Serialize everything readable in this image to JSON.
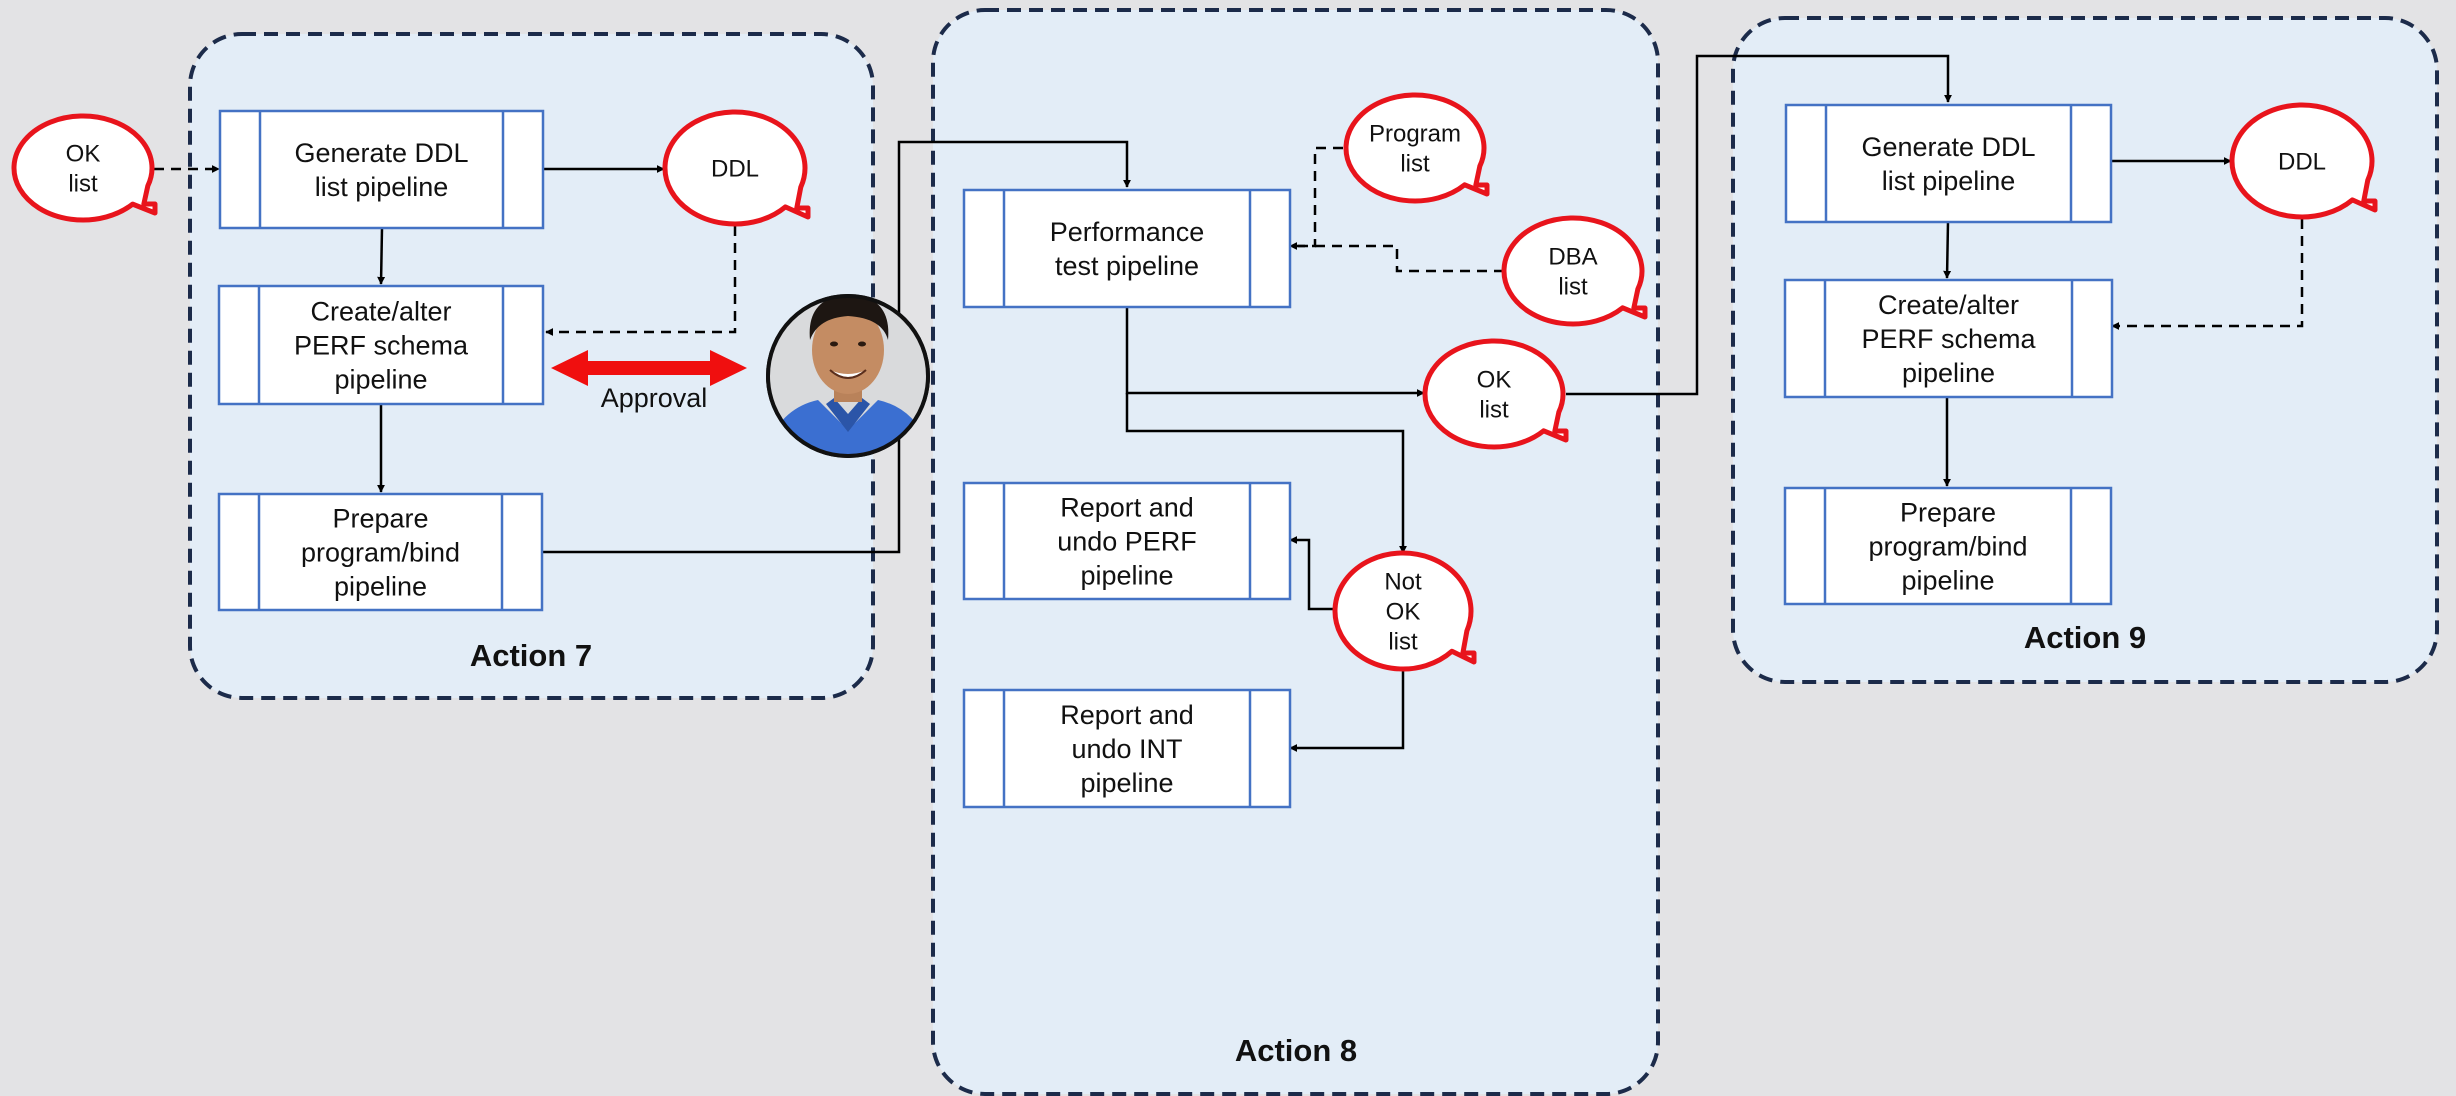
{
  "title": "",
  "groups": {
    "action7": "Action 7",
    "action8": "Action 8",
    "action9": "Action 9"
  },
  "process_boxes": {
    "a7_generate_ddl": [
      "Generate DDL",
      "list pipeline"
    ],
    "a7_create_alter": [
      "Create/alter",
      "PERF schema",
      "pipeline"
    ],
    "a7_prepare": [
      "Prepare",
      "program/bind",
      "pipeline"
    ],
    "a8_perf_test": [
      "Performance",
      "test pipeline"
    ],
    "a8_report_perf": [
      "Report and",
      "undo PERF",
      "pipeline"
    ],
    "a8_report_int": [
      "Report and",
      "undo INT",
      "pipeline"
    ],
    "a9_generate_ddl": [
      "Generate DDL",
      "list pipeline"
    ],
    "a9_create_alter": [
      "Create/alter",
      "PERF schema",
      "pipeline"
    ],
    "a9_prepare": [
      "Prepare",
      "program/bind",
      "pipeline"
    ]
  },
  "callouts": {
    "ok_list_input": [
      "OK",
      "list"
    ],
    "ddl_a7": [
      "DDL"
    ],
    "program_list": [
      "Program",
      "list"
    ],
    "dba_list": [
      "DBA",
      "list"
    ],
    "ok_list_a8": [
      "OK",
      "list"
    ],
    "not_ok_list": [
      "Not",
      "OK",
      "list"
    ],
    "ddl_a9": [
      "DDL"
    ]
  },
  "approval_label": "Approval",
  "colors": {
    "group_fill": "#e3edf7",
    "group_border": "#1c2b4a",
    "box_border": "#4472c4",
    "callout_border": "#e8141c",
    "approval_arrow": "#f00f0f",
    "connector": "#000000"
  },
  "icons": {
    "approver": "person-avatar-icon"
  }
}
